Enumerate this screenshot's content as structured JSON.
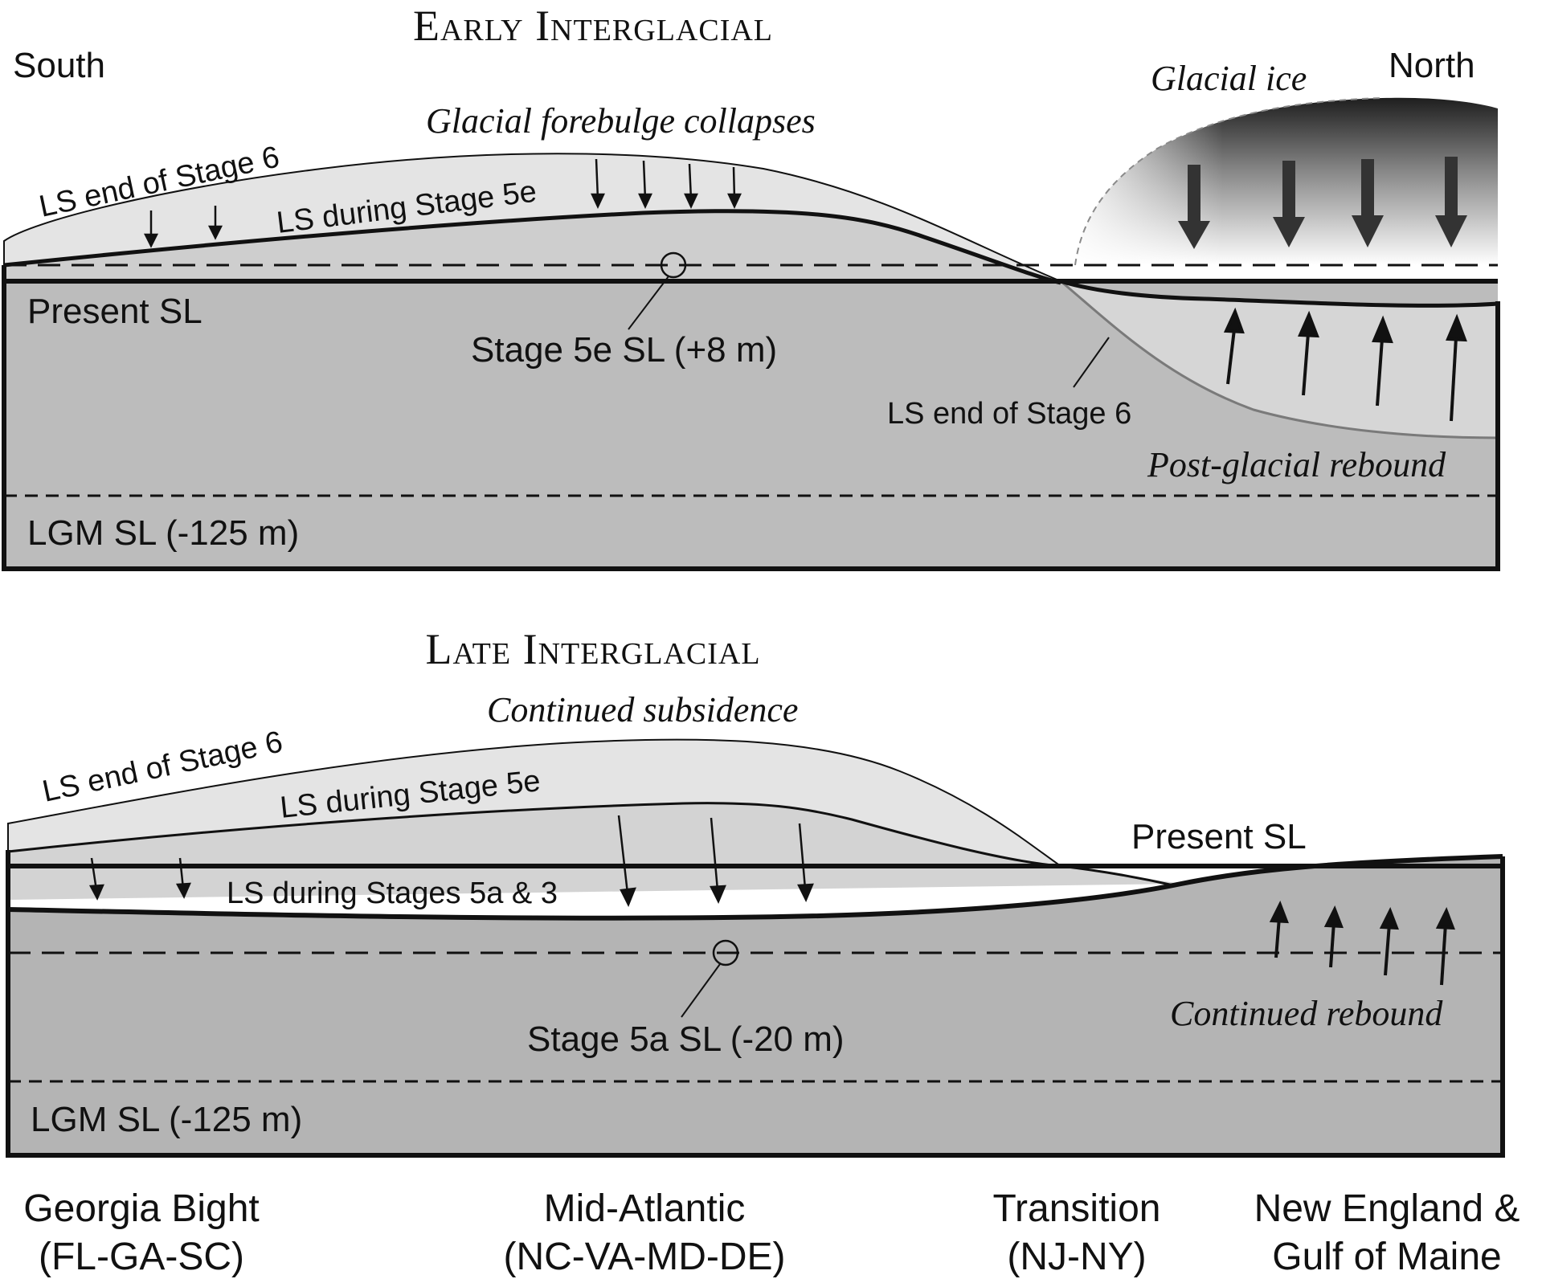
{
  "colors": {
    "ground": "#bcbcbc",
    "ground_upper": "#cecece",
    "bulge": "#e4e4e4",
    "line": "#111111",
    "ice_dark": "#2a2a2a",
    "gray_line": "#7a7a7a"
  },
  "top_panel": {
    "title": "Early Interglacial",
    "south": "South",
    "north": "North",
    "glacial_ice": "Glacial ice",
    "forebulge": "Glacial forebulge collapses",
    "ls_end_stage6_left": "LS  end of Stage 6",
    "ls_during_5e": "LS during Stage 5e",
    "present_sl": "Present SL",
    "stage5e_sl": "Stage 5e  SL (+8 m)",
    "ls_end_stage6_right": "LS  end of Stage 6",
    "post_glacial_rebound": "Post-glacial rebound",
    "lgm_sl": "LGM  SL (-125 m)"
  },
  "bottom_panel": {
    "title": "Late Interglacial",
    "continued_subsidence": "Continued subsidence",
    "ls_end_stage6": "LS  end of Stage 6",
    "ls_during_5e": "LS during Stage 5e",
    "present_sl": "Present SL",
    "ls_5a_3": "LS  during Stages 5a & 3",
    "stage5a_sl": "Stage 5a  SL (-20 m)",
    "continued_rebound": "Continued rebound",
    "lgm_sl": "LGM  SL (-125 m)"
  },
  "regions": [
    {
      "line1": "Georgia Bight",
      "line2": "(FL-GA-SC)"
    },
    {
      "line1": "Mid-Atlantic",
      "line2": "(NC-VA-MD-DE)"
    },
    {
      "line1": "Transition",
      "line2": "(NJ-NY)"
    },
    {
      "line1": "New England &",
      "line2": "Gulf of Maine"
    }
  ]
}
